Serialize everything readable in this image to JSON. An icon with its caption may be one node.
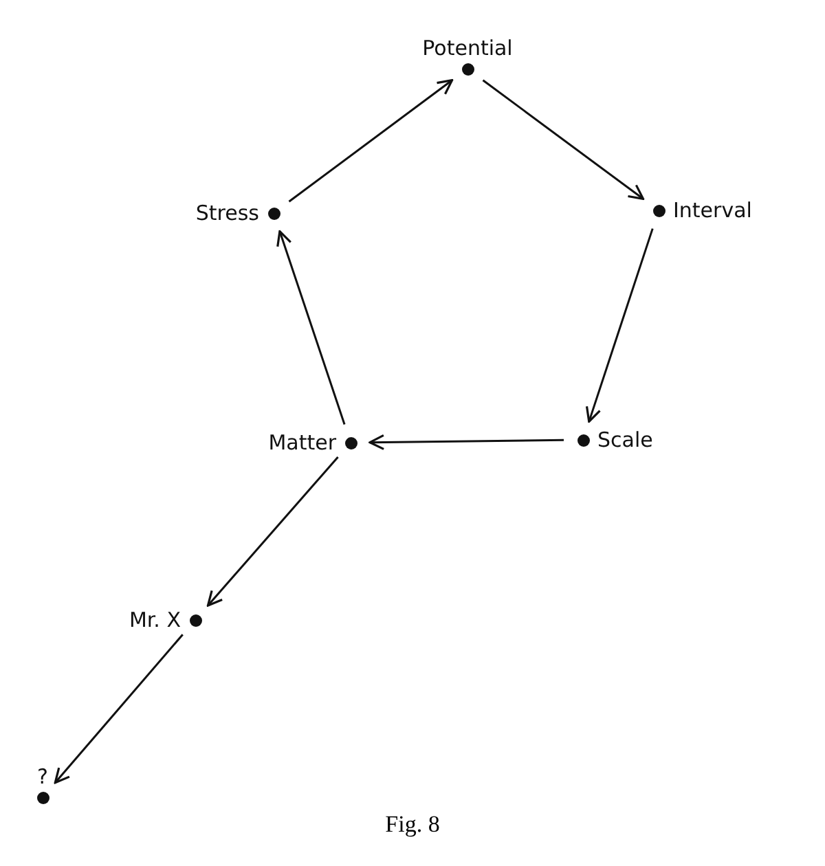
{
  "diagram": {
    "caption": "Fig. 8",
    "nodes": [
      {
        "text": [
          "Potential"
        ]
      },
      {
        "text": [
          "Interval"
        ]
      },
      {
        "text": [
          "Scale"
        ]
      },
      {
        "text": [
          "Matter"
        ]
      },
      {
        "text": [
          "Stress"
        ]
      },
      {
        "text": [
          "Mr. X"
        ]
      },
      {
        "text": [
          "?"
        ]
      }
    ],
    "edges": [
      {
        "from": 4,
        "to": 0,
        "arrow": "to"
      },
      {
        "from": 0,
        "to": 1,
        "arrow": "to"
      },
      {
        "from": 1,
        "to": 2,
        "arrow": "to"
      },
      {
        "from": 2,
        "to": 3,
        "arrow": "to"
      },
      {
        "from": 3,
        "to": 4,
        "arrow": "to"
      },
      {
        "from": 3,
        "to": 5,
        "arrow": "to"
      },
      {
        "from": 5,
        "to": 6,
        "arrow": "to"
      }
    ]
  }
}
